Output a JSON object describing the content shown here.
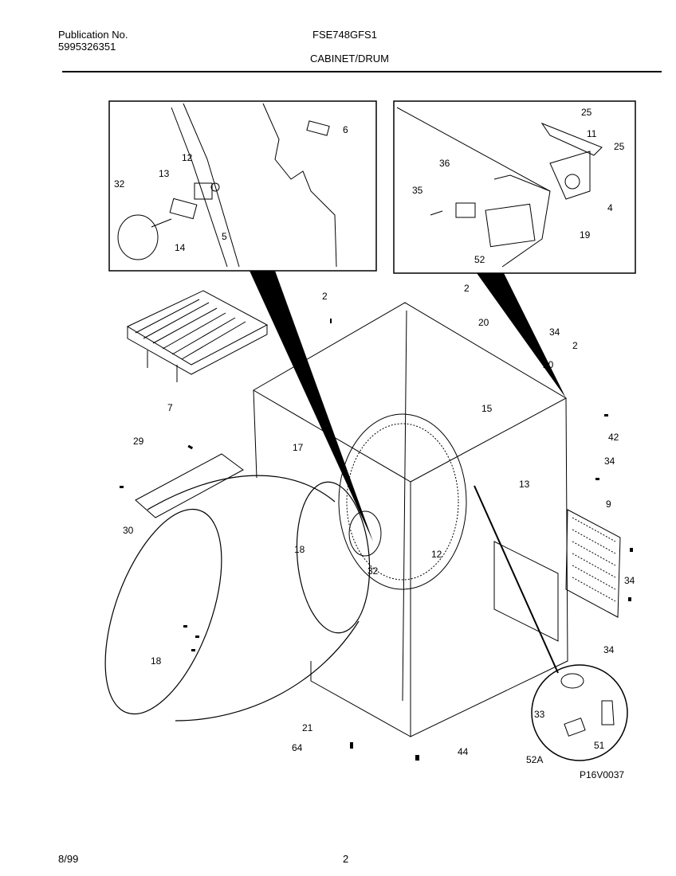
{
  "header": {
    "publication_label": "Publication No.",
    "publication_number": "5995326351",
    "model": "FSE748GFS1",
    "section": "CABINET/DRUM"
  },
  "diagram": {
    "code": "P16V0037",
    "part_labels": [
      "25",
      "6",
      "11",
      "25",
      "12",
      "36",
      "32",
      "13",
      "35",
      "4",
      "19",
      "14",
      "5",
      "52",
      "2",
      "2",
      "20",
      "34",
      "2",
      "20",
      "7",
      "15",
      "42",
      "29",
      "17",
      "34",
      "13",
      "9",
      "30",
      "18",
      "12",
      "32",
      "34",
      "18",
      "34",
      "33",
      "51",
      "21",
      "64",
      "44",
      "52A"
    ]
  },
  "footer": {
    "date": "8/99",
    "page": "2"
  }
}
